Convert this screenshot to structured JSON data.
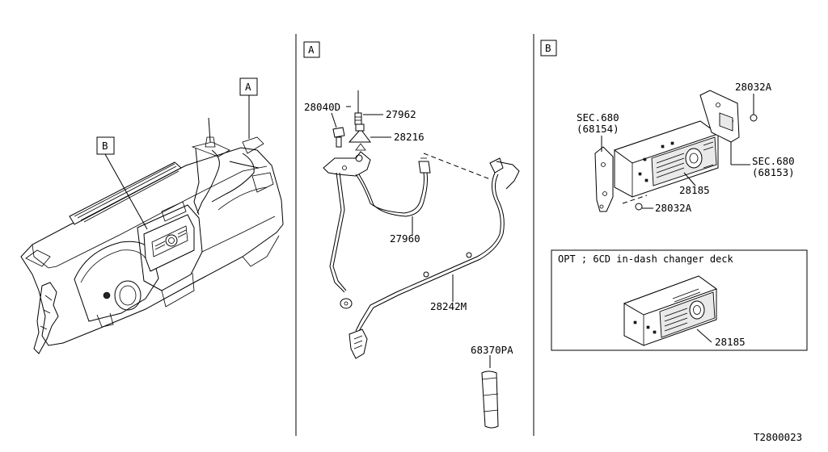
{
  "diagram_id": "T2800023",
  "sections": {
    "A": {
      "letter": "A"
    },
    "B": {
      "letter": "B"
    }
  },
  "overview": {
    "callout_a": "A",
    "callout_b": "B"
  },
  "section_a_parts": {
    "p28040d": "28040D",
    "p27962": "27962",
    "p28216": "28216",
    "p27960": "27960",
    "p28242m": "28242M",
    "p68370pa": "68370PA"
  },
  "section_b_parts": {
    "p28032a_top": "28032A",
    "sec680_left": "SEC.680",
    "sec680_left_ref": "(68154)",
    "sec680_right": "SEC.680",
    "sec680_right_ref": "(68153)",
    "p28185": "28185",
    "p28032a_bottom": "28032A"
  },
  "option_box": {
    "title": "OPT ; 6CD in-dash changer deck",
    "part": "28185"
  },
  "colors": {
    "line": "#000000",
    "background": "#ffffff"
  }
}
